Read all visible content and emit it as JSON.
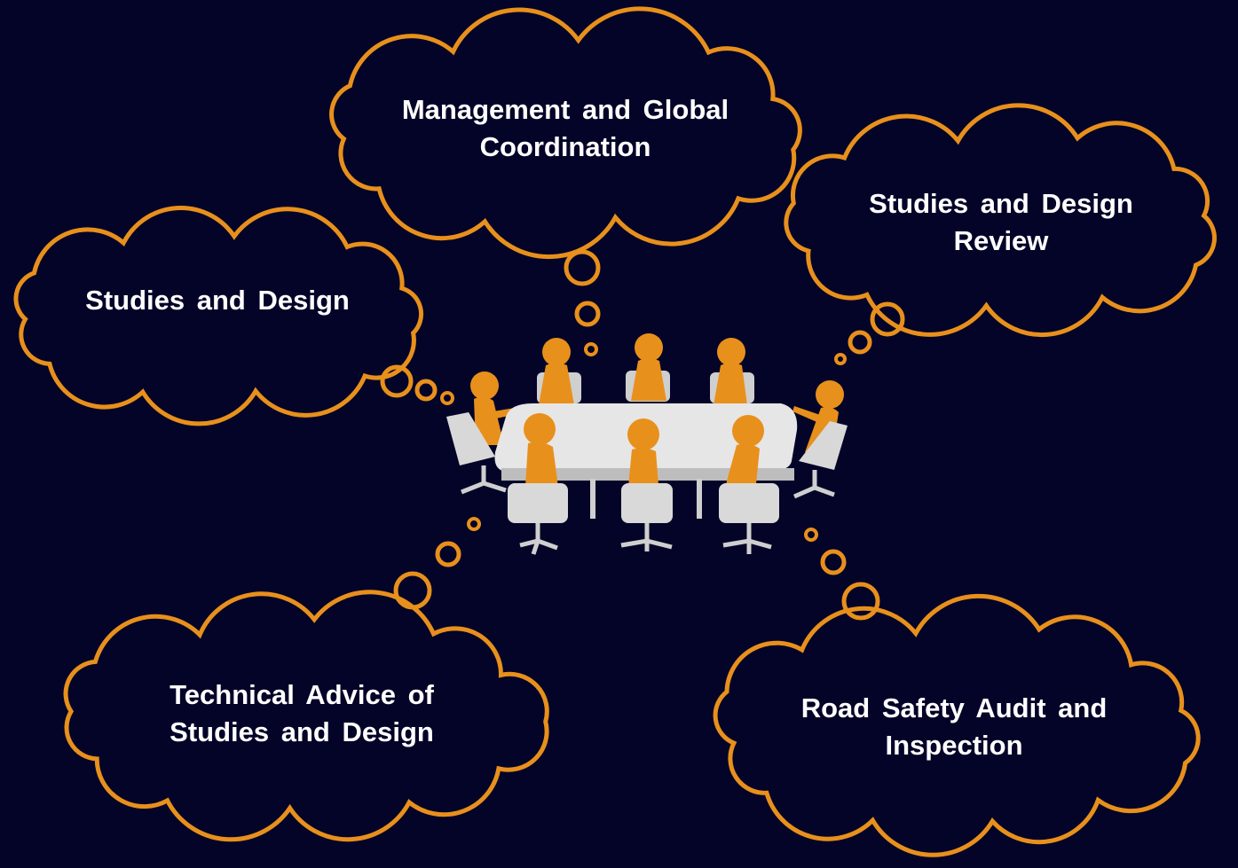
{
  "colors": {
    "background": "#040429",
    "accent": "#e8901c",
    "table": "#e6e6e6"
  },
  "clouds": [
    {
      "id": "management",
      "lines": [
        "Management and Global",
        "Coordination"
      ]
    },
    {
      "id": "review",
      "lines": [
        "Studies and Design",
        "Review"
      ]
    },
    {
      "id": "design",
      "lines": [
        "Studies and Design"
      ]
    },
    {
      "id": "advice",
      "lines": [
        "Technical Advice of",
        "Studies and Design"
      ]
    },
    {
      "id": "audit",
      "lines": [
        "Road Safety Audit and",
        "Inspection"
      ]
    }
  ]
}
